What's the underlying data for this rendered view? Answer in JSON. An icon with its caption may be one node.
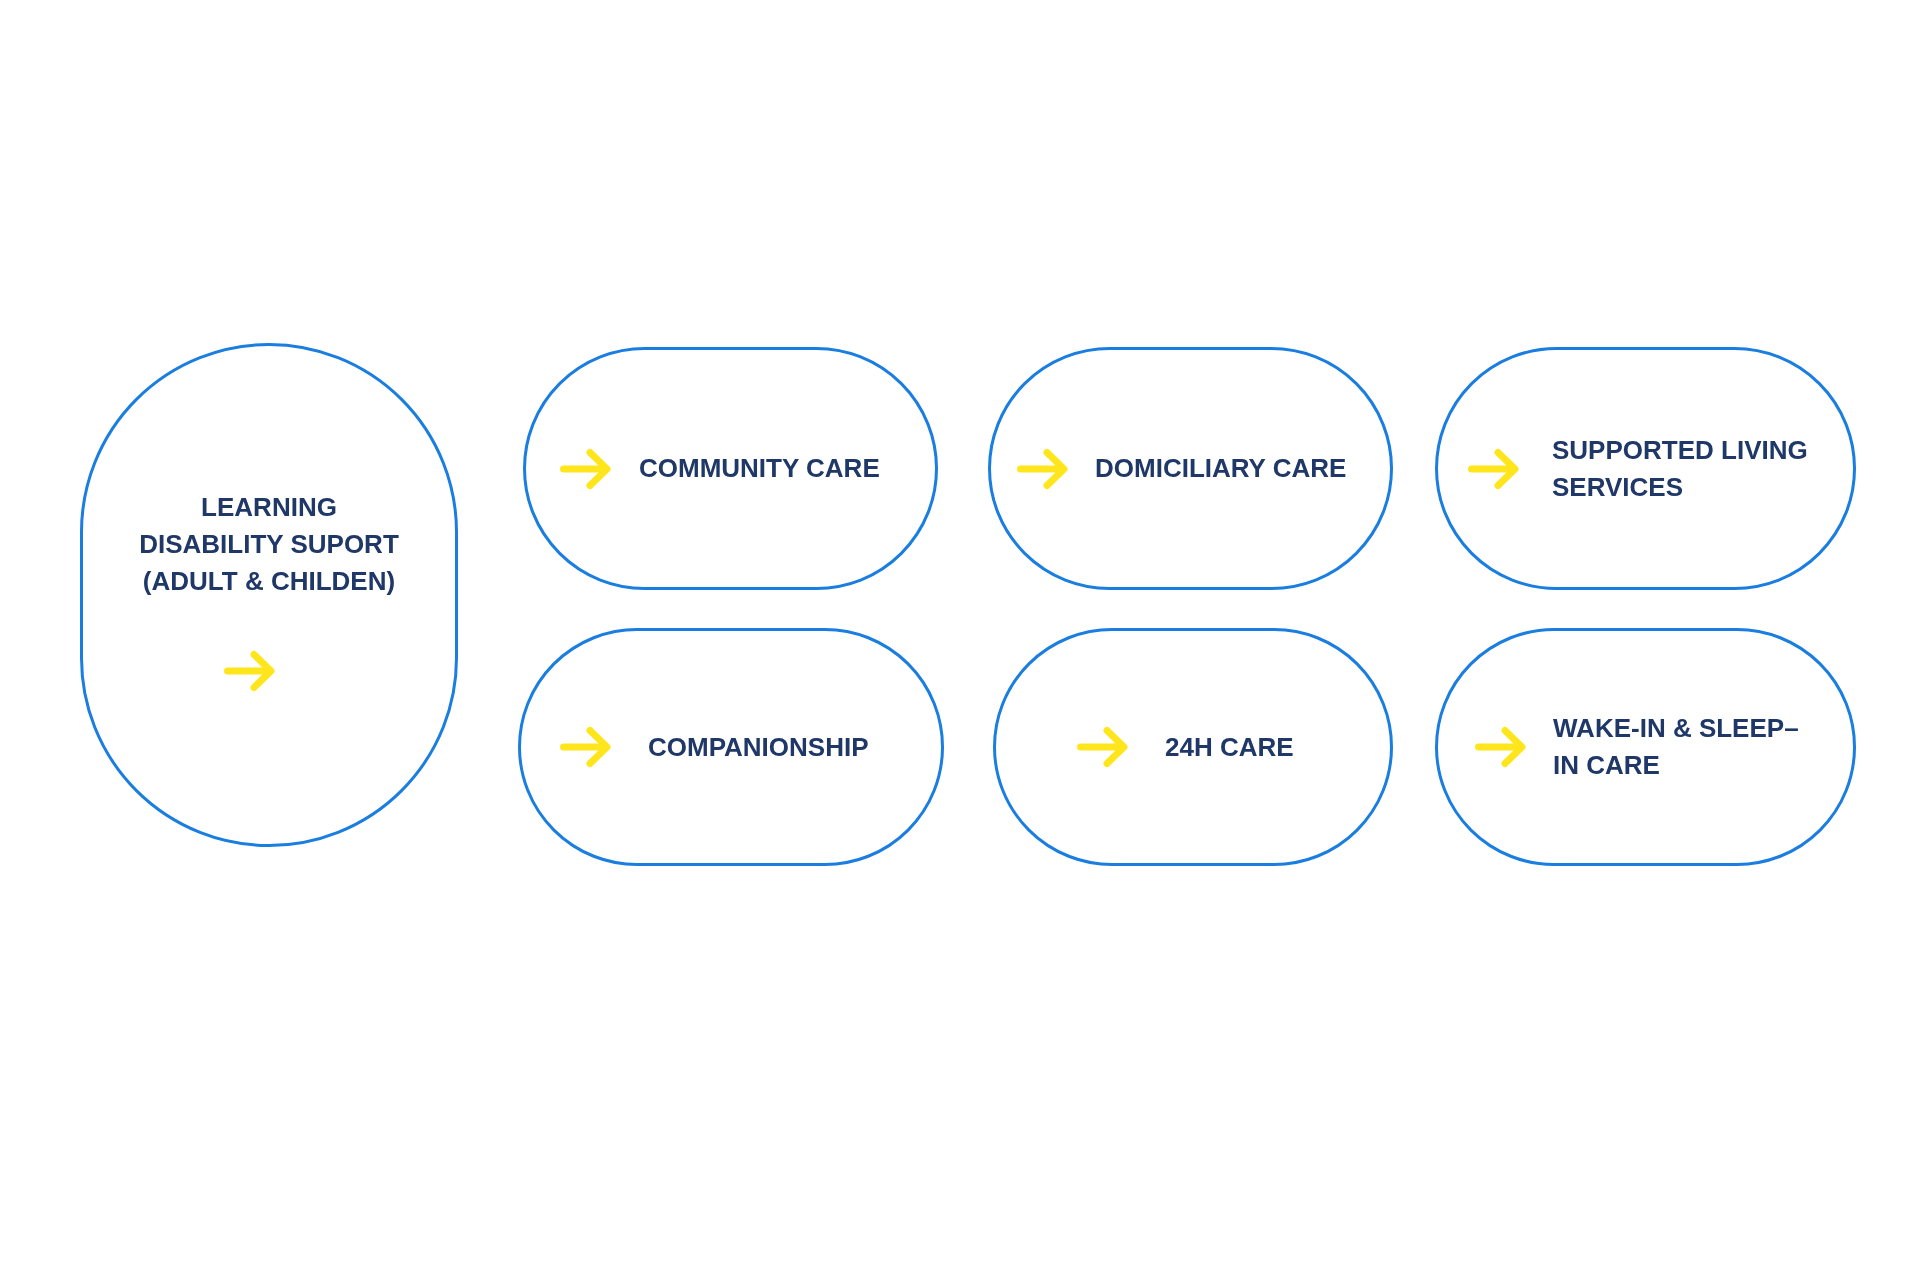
{
  "diagram": {
    "nodes": [
      {
        "text": [
          "LEARNING DISABILITY SUPORT (ADULT & CHILDEN)"
        ]
      },
      {
        "text": [
          "COMMUNITY CARE"
        ]
      },
      {
        "text": [
          "DOMICILIARY CARE"
        ]
      },
      {
        "text": [
          "SUPPORTED LIVING SERVICES"
        ]
      },
      {
        "text": [
          "COMPANIONSHIP"
        ]
      },
      {
        "text": [
          "24H CARE"
        ]
      },
      {
        "text": [
          "WAKE-IN & SLEEP– IN CARE"
        ]
      }
    ]
  }
}
